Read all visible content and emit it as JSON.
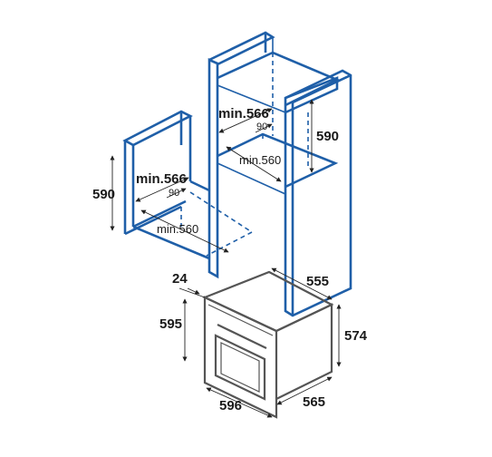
{
  "tall_cabinet": {
    "min_width_label": "min.566",
    "gap_label": "90",
    "min_depth_label": "min.560",
    "height_label": "590"
  },
  "base_cabinet": {
    "min_width_label": "min.566",
    "gap_label": "90",
    "min_depth_label": "min.560",
    "height_label": "590"
  },
  "oven": {
    "panel_label": "24",
    "depth_top_label": "555",
    "height_label": "595",
    "body_height_label": "574",
    "width_label": "596",
    "depth_label": "565"
  },
  "colors": {
    "cabinet_outline": "#1f5fa8",
    "oven_outline": "#555555",
    "dimension_line": "#222222"
  }
}
